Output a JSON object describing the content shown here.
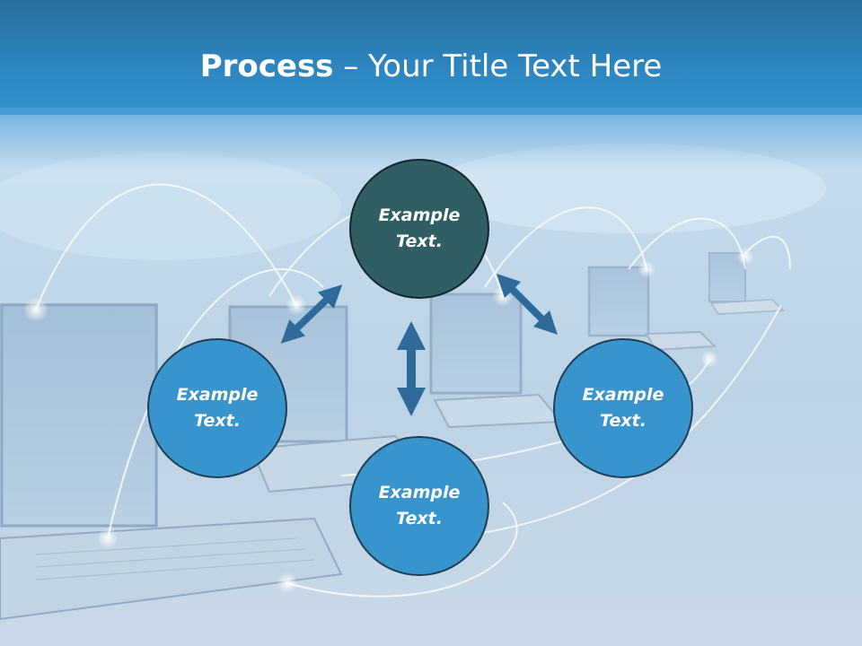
{
  "title": {
    "bold": "Process",
    "rest": " – Your Title Text Here"
  },
  "colors": {
    "header": "#2d86c0",
    "node_fill": "#3794cc",
    "node_top_fill": "#2f5f62",
    "arrow": "#2f6a9a"
  },
  "nodes": {
    "top": {
      "text": "Example Text."
    },
    "left": {
      "text": "Example Text."
    },
    "right": {
      "text": "Example Text."
    },
    "bottom": {
      "text": "Example Text."
    }
  },
  "arrows": [
    "top-left-double-arrow",
    "top-right-double-arrow",
    "vertical-double-arrow"
  ]
}
